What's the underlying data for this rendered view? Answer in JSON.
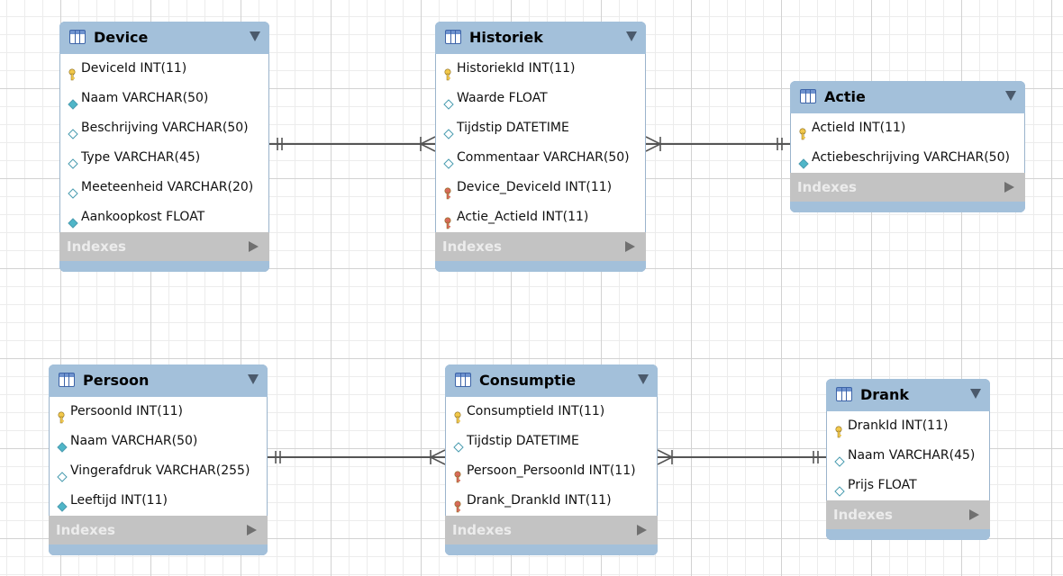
{
  "colors": {
    "header": "#a3c0da",
    "indexes_bar": "#c3c3c3",
    "primary_key": "#f2c84b",
    "foreign_key": "#d86a5a",
    "not_null": "#4fb6c8",
    "nullable": "#ffffff",
    "link_line": "#555555"
  },
  "legend": {
    "pk": "key-icon (yellow)",
    "fk": "key-icon (red)",
    "nn": "filled diamond-icon",
    "col": "hollow diamond-icon"
  },
  "tables": [
    {
      "id": "device",
      "name": "Device",
      "indexes_label": "Indexes",
      "columns": [
        {
          "text": "DeviceId INT(11)",
          "kind": "pk"
        },
        {
          "text": "Naam VARCHAR(50)",
          "kind": "nn"
        },
        {
          "text": "Beschrijving VARCHAR(50)",
          "kind": "col"
        },
        {
          "text": "Type VARCHAR(45)",
          "kind": "col"
        },
        {
          "text": "Meeteenheid VARCHAR(20)",
          "kind": "col"
        },
        {
          "text": "Aankoopkost FLOAT",
          "kind": "nn"
        }
      ]
    },
    {
      "id": "historiek",
      "name": "Historiek",
      "indexes_label": "Indexes",
      "columns": [
        {
          "text": "HistoriekId INT(11)",
          "kind": "pk"
        },
        {
          "text": "Waarde FLOAT",
          "kind": "col"
        },
        {
          "text": "Tijdstip DATETIME",
          "kind": "col"
        },
        {
          "text": "Commentaar VARCHAR(50)",
          "kind": "col"
        },
        {
          "text": "Device_DeviceId INT(11)",
          "kind": "fk"
        },
        {
          "text": "Actie_ActieId INT(11)",
          "kind": "fk"
        }
      ]
    },
    {
      "id": "actie",
      "name": "Actie",
      "indexes_label": "Indexes",
      "columns": [
        {
          "text": "ActieId INT(11)",
          "kind": "pk"
        },
        {
          "text": "Actiebeschrijving VARCHAR(50)",
          "kind": "nn"
        }
      ]
    },
    {
      "id": "persoon",
      "name": "Persoon",
      "indexes_label": "Indexes",
      "columns": [
        {
          "text": "PersoonId INT(11)",
          "kind": "pk"
        },
        {
          "text": "Naam VARCHAR(50)",
          "kind": "nn"
        },
        {
          "text": "Vingerafdruk VARCHAR(255)",
          "kind": "col"
        },
        {
          "text": "Leeftijd INT(11)",
          "kind": "nn"
        }
      ]
    },
    {
      "id": "consumptie",
      "name": "Consumptie",
      "indexes_label": "Indexes",
      "columns": [
        {
          "text": "ConsumptieId INT(11)",
          "kind": "pk"
        },
        {
          "text": "Tijdstip DATETIME",
          "kind": "col"
        },
        {
          "text": "Persoon_PersoonId INT(11)",
          "kind": "fk"
        },
        {
          "text": "Drank_DrankId INT(11)",
          "kind": "fk"
        }
      ]
    },
    {
      "id": "drank",
      "name": "Drank",
      "indexes_label": "Indexes",
      "columns": [
        {
          "text": "DrankId INT(11)",
          "kind": "pk"
        },
        {
          "text": "Naam VARCHAR(45)",
          "kind": "col"
        },
        {
          "text": "Prijs FLOAT",
          "kind": "col"
        }
      ]
    }
  ],
  "relationships": [
    {
      "from": "device",
      "to": "historiek",
      "one_end": "device",
      "many_end": "historiek"
    },
    {
      "from": "historiek",
      "to": "actie",
      "one_end": "actie",
      "many_end": "historiek"
    },
    {
      "from": "persoon",
      "to": "consumptie",
      "one_end": "persoon",
      "many_end": "consumptie"
    },
    {
      "from": "consumptie",
      "to": "drank",
      "one_end": "drank",
      "many_end": "consumptie"
    }
  ]
}
